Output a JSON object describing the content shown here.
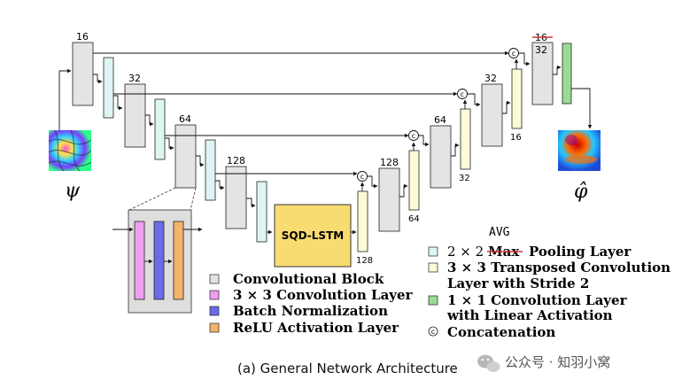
{
  "encoder": {
    "filters": [
      "16",
      "32",
      "64",
      "128"
    ]
  },
  "decoder": {
    "filters": [
      "128",
      "64",
      "32",
      "16"
    ],
    "top_right_struck": "16",
    "top_right_replacement": "32",
    "upsample_channels": [
      "128",
      "64",
      "32",
      "16"
    ]
  },
  "bottleneck": {
    "label": "SQD-LSTM"
  },
  "input": {
    "symbol": "ψ"
  },
  "output": {
    "symbol": "φ̂"
  },
  "concat_symbol": "c",
  "legend_left": [
    {
      "key": "conv-block",
      "label": "Convolutional Block",
      "color": "#e4e4e4"
    },
    {
      "key": "conv3x3",
      "label": "3 × 3 Convolution Layer",
      "color": "#ee9ff0"
    },
    {
      "key": "batchnorm",
      "label": "Batch Normalization",
      "color": "#6b6be8"
    },
    {
      "key": "relu",
      "label": "ReLU Activation Layer",
      "color": "#f2b36b"
    }
  ],
  "legend_right": {
    "pool_annotation": "AVG",
    "pool_prefix": "2 × 2",
    "pool_struck": "Max",
    "pool_suffix": "Pooling Layer",
    "tconv_line1": "3 × 3 Transposed Convolution",
    "tconv_line2": "Layer with Stride 2",
    "conv1_line1": "1 × 1 Convolution Layer",
    "conv1_line2": "with Linear Activation",
    "concat_label": "Concatenation"
  },
  "colors": {
    "conv": "#e4e4e4",
    "pool": "#dff5f3",
    "tconv": "#fbfbd8",
    "conv1x1": "#9bdc95",
    "lstm": "#f8dc72",
    "strike": "#d03030"
  },
  "caption": "(a) General Network Architecture",
  "watermark": "公众号 · 知羽小窝"
}
